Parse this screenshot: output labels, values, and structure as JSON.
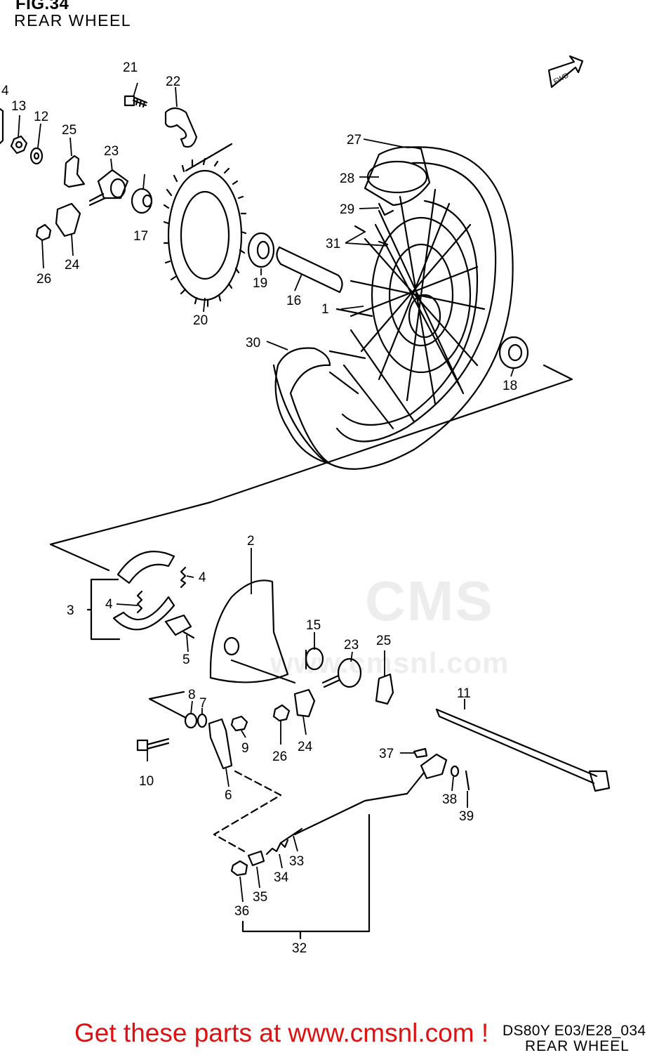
{
  "header": {
    "figure": "FIG.34",
    "title": "REAR WHEEL"
  },
  "fwd_label": "FWD",
  "watermark": {
    "brand": "CMS",
    "site": "www.cmsnl.com"
  },
  "callouts": {
    "c1": "1",
    "c2": "2",
    "c3": "3",
    "c4a": "4",
    "c4b": "4",
    "c4c": "4",
    "c5": "5",
    "c6": "6",
    "c7": "7",
    "c8": "8",
    "c9": "9",
    "c10": "10",
    "c11": "11",
    "c12": "12",
    "c13": "13",
    "c15": "15",
    "c16": "16",
    "c17": "17",
    "c18": "18",
    "c19": "19",
    "c20": "20",
    "c21": "21",
    "c22": "22",
    "c23a": "23",
    "c23b": "23",
    "c24a": "24",
    "c24b": "24",
    "c25a": "25",
    "c25b": "25",
    "c26a": "26",
    "c26b": "26",
    "c27": "27",
    "c28": "28",
    "c29": "29",
    "c30": "30",
    "c31": "31",
    "c32": "32",
    "c33": "33",
    "c34": "34",
    "c35": "35",
    "c36": "36",
    "c37": "37",
    "c38": "38",
    "c39": "39"
  },
  "footer": {
    "code": "DS80Y E03/E28_034",
    "subtitle": "REAR WHEEL",
    "promo": "Get these parts at www.cmsnl.com !",
    "promo_color": "#dd1111"
  }
}
